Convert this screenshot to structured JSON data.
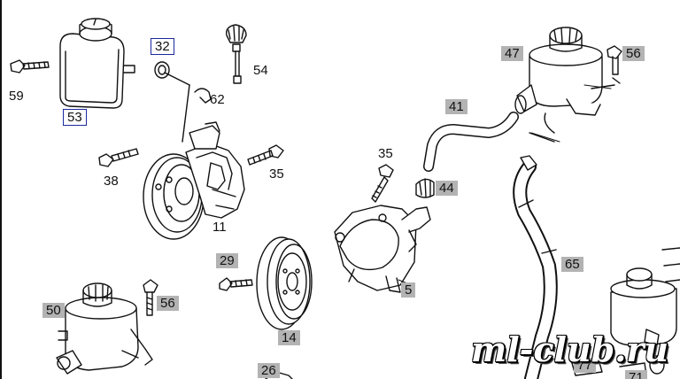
{
  "diagram": {
    "labels": {
      "p59": "59",
      "p53": "53",
      "p32": "32",
      "p62": "62",
      "p54": "54",
      "p38": "38",
      "p35a": "35",
      "p11": "11",
      "p35b": "35",
      "p44": "44",
      "p41": "41",
      "p47": "47",
      "p56a": "56",
      "p65": "65",
      "p29": "29",
      "p56b": "56",
      "p50": "50",
      "p14": "14",
      "p5": "5",
      "p26": "26",
      "p77": "77",
      "p71": "71"
    },
    "watermark": "ml-club.ru"
  }
}
